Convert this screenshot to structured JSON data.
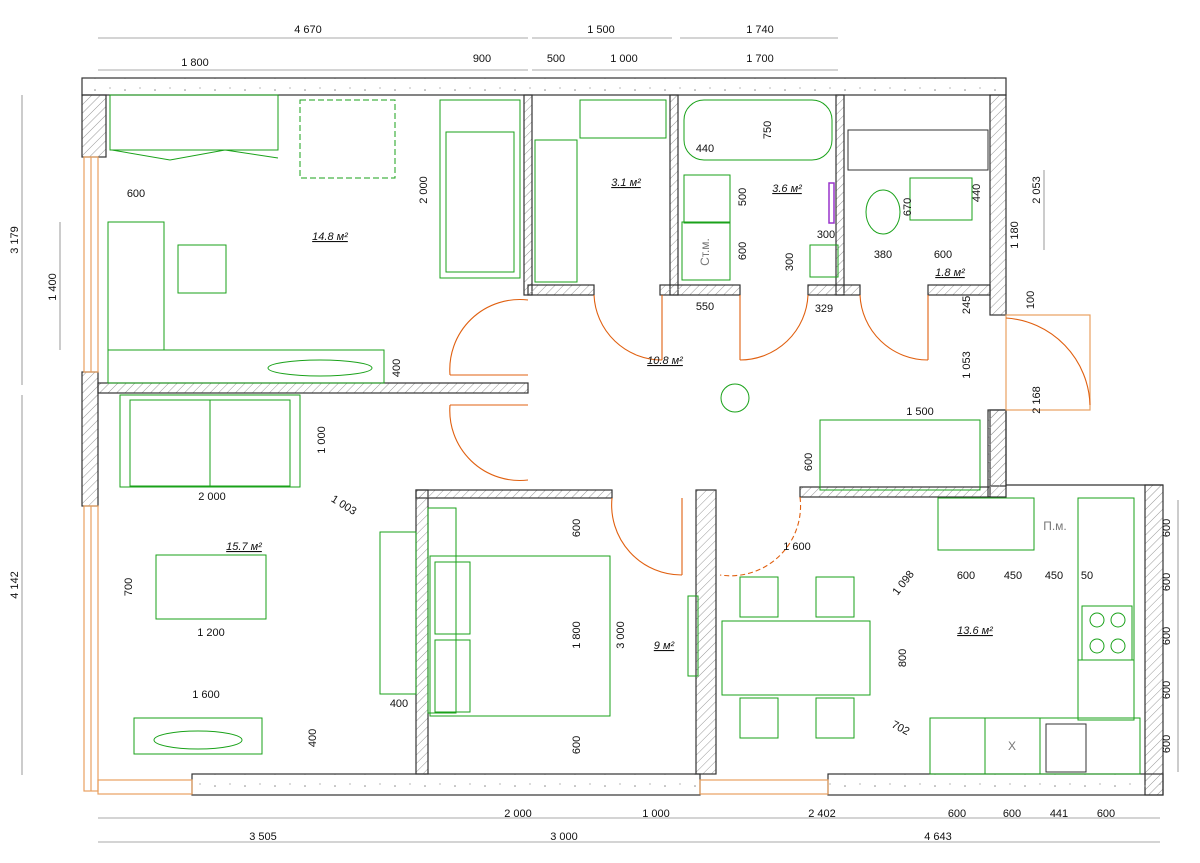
{
  "dimensions": {
    "top_row1": [
      "4 670",
      "1 500",
      "1 740"
    ],
    "top_row2": [
      "1 800",
      "900",
      "500",
      "1 000",
      "1 700"
    ],
    "bottom_row1": [
      "2 000",
      "1 000",
      "2 402",
      "600",
      "600",
      "441",
      "600"
    ],
    "bottom_row2": [
      "3 505",
      "3 000",
      "4 643"
    ],
    "left_outer": [
      "3 179",
      "4 142"
    ],
    "left_inner": [
      "1 400"
    ],
    "right_outer": [
      "2 053",
      "2 168"
    ],
    "right_inner": [
      "1 180",
      "100",
      "245",
      "1 053"
    ],
    "kitchen_right": [
      "600",
      "600",
      "600",
      "600",
      "600"
    ],
    "interior": {
      "bed1_600": "600",
      "bed1_2000": "2 000",
      "bed1_400": "400",
      "bath_750": "750",
      "bath_440": "440",
      "bath_500": "500",
      "bath_600": "600",
      "bath_300a": "300",
      "bath_300b": "300",
      "bath_550": "550",
      "bath_329": "329",
      "wc_670": "670",
      "wc_440": "440",
      "wc_380": "380",
      "wc_600": "600",
      "living_1000": "1 000",
      "living_2000": "2 000",
      "living_1003": "1 003",
      "living_700": "700",
      "living_1200": "1 200",
      "living_1600": "1 600",
      "living_400a": "400",
      "living_400b": "400",
      "bed2_600a": "600",
      "bed2_1800": "1 800",
      "bed2_3000": "3 000",
      "bed2_600b": "600",
      "hall_1500": "1 500",
      "hall_600": "600",
      "kit_1600": "1 600",
      "kit_1098": "1 098",
      "kit_600": "600",
      "kit_450a": "450",
      "kit_450b": "450",
      "kit_50": "50",
      "kit_800": "800",
      "kit_702": "702"
    }
  },
  "areas": {
    "bedroom1": "14.8 м²",
    "closet": "3.1 м²",
    "bathroom": "3.6 м²",
    "wc": "1.8 м²",
    "hall": "10.8 м²",
    "living": "15.7 м²",
    "bedroom2": "9 м²",
    "kitchen": "13.6 м²"
  },
  "labels": {
    "washer": "Ст.м.",
    "dishwasher": "П.м.",
    "fridge": "Х"
  },
  "colors": {
    "wall": "#333333",
    "wall_hatch": "#999999",
    "furniture": "#1aa21a",
    "door": "#e06010",
    "window": "#e8a060",
    "dim": "#555555",
    "accent": "#9933cc"
  }
}
